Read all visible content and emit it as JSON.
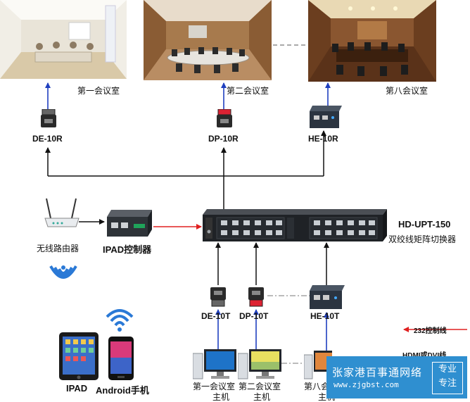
{
  "rooms": {
    "room1": "第一会议室",
    "room2": "第二会议室",
    "room8": "第八会议室"
  },
  "receivers": {
    "de": "DE-10R",
    "dp": "DP-10R",
    "he": "HE-10R"
  },
  "transmitters": {
    "de": "DE-10T",
    "dp": "DP-10T",
    "he": "HE-10T"
  },
  "matrix": {
    "model": "HD-UPT-150",
    "desc": "双绞线矩阵切换器"
  },
  "control": {
    "router": "无线路由器",
    "ipad_controller": "IPAD控制器"
  },
  "devices": {
    "ipad": "IPAD",
    "android": "Android手机"
  },
  "hosts": {
    "h1a": "第一会议室",
    "h1b": "主机",
    "h2a": "第二会议室",
    "h2b": "主机",
    "h8a": "第八会",
    "h8b": "主机"
  },
  "legend": {
    "rs232": "232控制线",
    "hdmi": "HDMI或DVI线"
  },
  "watermark": {
    "name": "张家港百事通网络",
    "url": "www.zjgbst.com",
    "tag1": "专业",
    "tag2": "专注"
  },
  "colors": {
    "video": "#1f3fbf",
    "control": "#e02020",
    "link": "#111111",
    "watermark": "#2f8fd0"
  }
}
